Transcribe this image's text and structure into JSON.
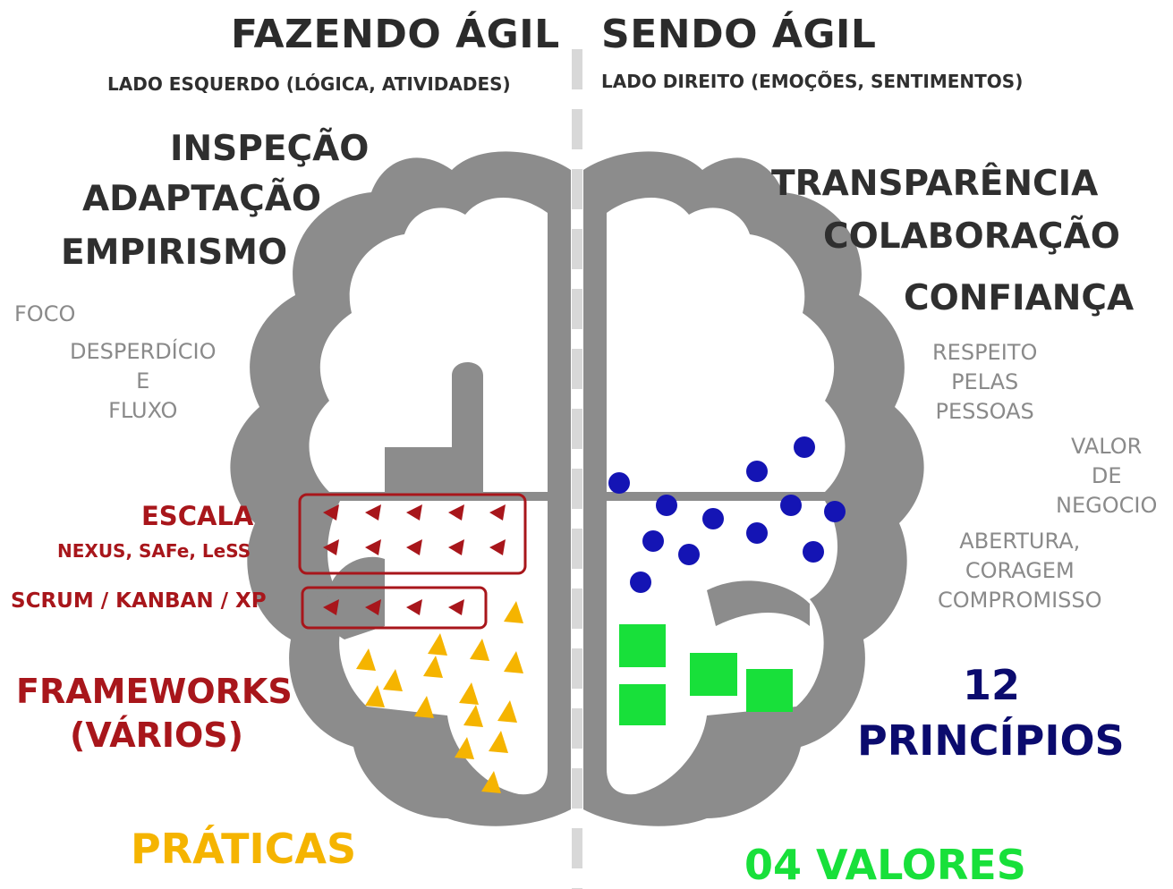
{
  "left_title": "FAZENDO ÁGIL",
  "right_title": "SENDO ÁGIL",
  "left_subtitle": "LADO ESQUERDO (LÓGICA, ATIVIDADES)",
  "right_subtitle": "LADO DIREITO (EMOÇÕES, SENTIMENTOS)",
  "left_pillars": [
    "INSPEÇÃO",
    "ADAPTAÇÃO",
    "EMPIRISMO"
  ],
  "right_pillars": [
    "TRANSPARÊNCIA",
    "COLABORAÇÃO",
    "CONFIANÇA"
  ],
  "left_concepts": {
    "foco": "FOCO",
    "desperdicio": "DESPERDÍCIO\nE\nFLUXO"
  },
  "right_concepts": {
    "respeito": "RESPEITO\nPELAS\nPESSOAS",
    "valor": "VALOR\nDE\nNEGOCIO",
    "abertura": "ABERTURA,\nCORAGEM\nCOMPROMISSO"
  },
  "scale": {
    "title": "ESCALA",
    "examples": "NEXUS, SAFe, LeSS",
    "frameworks_line": "SCRUM / KANBAN / XP"
  },
  "legend": {
    "frameworks_1": "FRAMEWORKS",
    "frameworks_2": "(VÁRIOS)",
    "principles_1": "12",
    "principles_2": "PRINCÍPIOS",
    "practices": "PRÁTICAS",
    "values": "04 VALORES"
  },
  "colors": {
    "brain": "#8c8c8c",
    "red": "#a8161b",
    "yellow": "#f5b400",
    "navy": "#0b0b6e",
    "blue_dot": "#1414b4",
    "green": "#18e03a",
    "text_dark": "#2f2f2f",
    "text_light": "#8a8a8a"
  },
  "counts": {
    "escala_triangles": 10,
    "framework_triangles": 4,
    "practice_triangles": 15,
    "principle_dots": 12,
    "value_squares": 4
  }
}
